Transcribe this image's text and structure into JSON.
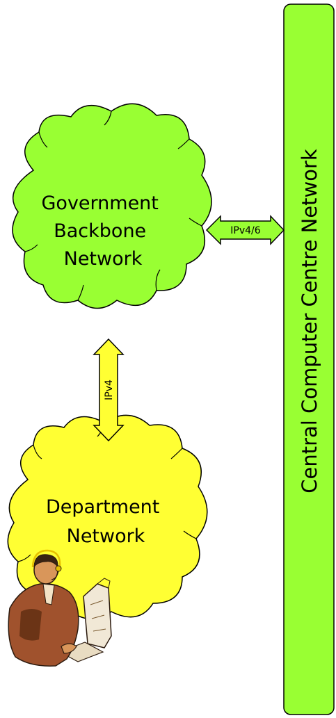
{
  "nodes": {
    "government_backbone": {
      "lines": [
        "Government",
        "Backbone",
        "Network"
      ],
      "fill": "#99ff33"
    },
    "department": {
      "lines": [
        "Department",
        "Network"
      ],
      "fill": "#ffff33"
    },
    "central": {
      "label": "Central Computer Centre Network",
      "fill": "#99ff33"
    }
  },
  "links": {
    "gov_to_central": {
      "label": "IPv4/6",
      "fill": "#99ff33"
    },
    "gov_to_department": {
      "label": "IPv4",
      "fill": "#ffff33"
    }
  },
  "clipart": {
    "icon": "person-at-computer-icon"
  }
}
